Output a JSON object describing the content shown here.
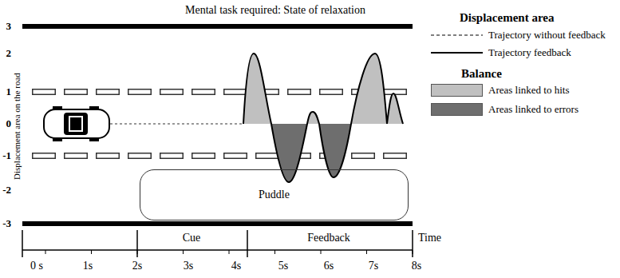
{
  "diagram": {
    "title": "Mental task required: State of relaxation",
    "nodes": [
      {
        "text": [
          "Puddle"
        ]
      }
    ],
    "edges": [],
    "labels": [
      "Displacement area on the road",
      "3",
      "2",
      "1",
      "0",
      "-1",
      "-2",
      "-3",
      "0 s",
      "1s",
      "2s",
      "3s",
      "4s",
      "5s",
      "6s",
      "7s",
      "8s",
      "Cue",
      "Feedback",
      "Time",
      "Displacement area",
      "Balance"
    ],
    "legend": [
      {
        "text": "Trajectory without feedback"
      },
      {
        "text": "Trajectory feedback"
      },
      {
        "text": "Areas linked to hits",
        "color": "#c0c0c0"
      },
      {
        "text": "Areas linked to errors",
        "color": "#6e6e6e"
      }
    ]
  }
}
